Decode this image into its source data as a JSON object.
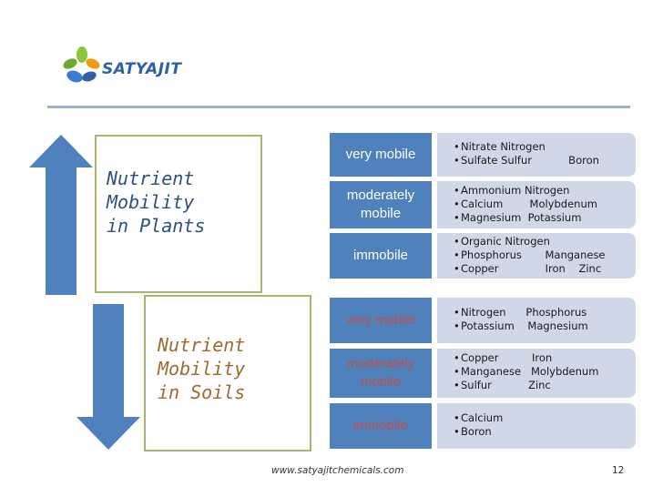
{
  "brand": {
    "name": "SATYAJIT"
  },
  "plants": {
    "title_lines": [
      "Nutrient",
      "Mobility",
      "in Plants"
    ],
    "rows": [
      {
        "category": "very mobile",
        "items": [
          "Nitrate Nitrogen",
          "Sulfate Sulfur           Boron"
        ]
      },
      {
        "category": "moderately mobile",
        "items": [
          "Ammonium Nitrogen",
          "Calcium        Molybdenum",
          "Magnesium  Potassium"
        ]
      },
      {
        "category": "immobile",
        "items": [
          "Organic Nitrogen",
          "Phosphorus       Manganese",
          "Copper              Iron    Zinc"
        ]
      }
    ]
  },
  "soils": {
    "title_lines": [
      "Nutrient",
      "Mobility",
      "in Soils"
    ],
    "rows": [
      {
        "category": "very mobile",
        "items": [
          "Nitrogen      Phosphorus",
          "Potassium    Magnesium"
        ]
      },
      {
        "category": "moderately mobile",
        "items": [
          "Copper          Iron",
          "Manganese   Molybdenum",
          "Sulfur           Zinc"
        ]
      },
      {
        "category": "immobile",
        "items": [
          "Calcium",
          "Boron"
        ]
      }
    ]
  },
  "footer": {
    "url": "www.satyajitchemicals.com",
    "page": "12"
  },
  "colors": {
    "arrow": "#4f81bd",
    "plants_title": "#2e4f7f",
    "soils_title": "#9b6a2f",
    "frame": "#a6b56a"
  }
}
